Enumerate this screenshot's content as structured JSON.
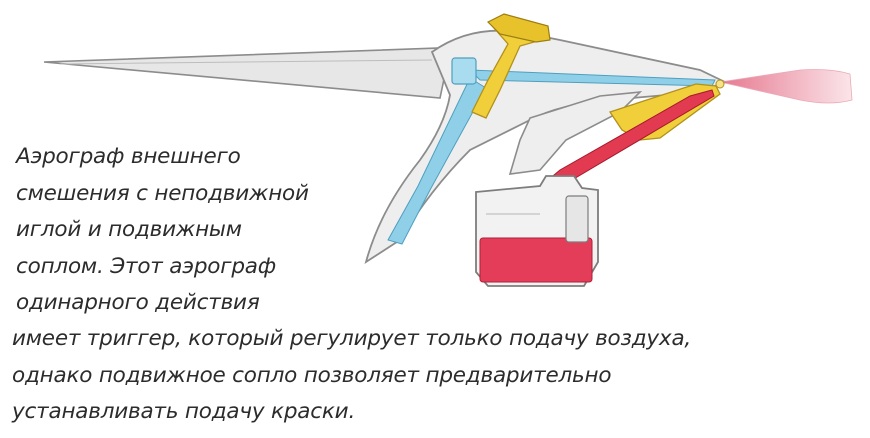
{
  "caption": {
    "lines": [
      "Аэрограф внешнего",
      "смешения с  неподвижной",
      "иглой и подвижным",
      "соплом. Этот аэрограф",
      "одинарного действия",
      "имеет триггер, который регулирует только подачу воздуха,",
      "однако подвижное сопло позволяет предварительно",
      "устанавливать подачу краски."
    ]
  },
  "colors": {
    "air_channel": "#7ec8e3",
    "paint_channel": "#d8243a",
    "brass_parts": "#e8c22a",
    "body_outline": "#8c8c8c",
    "body_fill": "#ececec",
    "paint_cup_fill": "#e33d5a",
    "spray_fill": "#f1a7b3"
  }
}
